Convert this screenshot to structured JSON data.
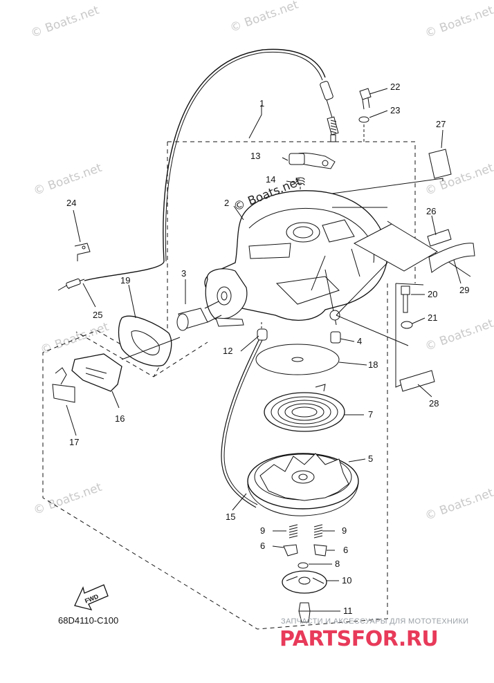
{
  "watermark": "© Boats.net",
  "diagram_code": "68D4110-C100",
  "fwd_label": "FWD",
  "brand": {
    "tagline": "ЗАПЧАСТИ И АКСЕССУАРЫ ДЛЯ МОТОТЕХНИКИ",
    "name": "PARTSFOR.RU"
  },
  "callouts": [
    "1",
    "2",
    "3",
    "4",
    "5",
    "6",
    "6",
    "7",
    "8",
    "9",
    "9",
    "10",
    "11",
    "12",
    "13",
    "14",
    "15",
    "16",
    "17",
    "18",
    "19",
    "20",
    "21",
    "22",
    "23",
    "24",
    "25",
    "26",
    "27",
    "28",
    "29"
  ]
}
